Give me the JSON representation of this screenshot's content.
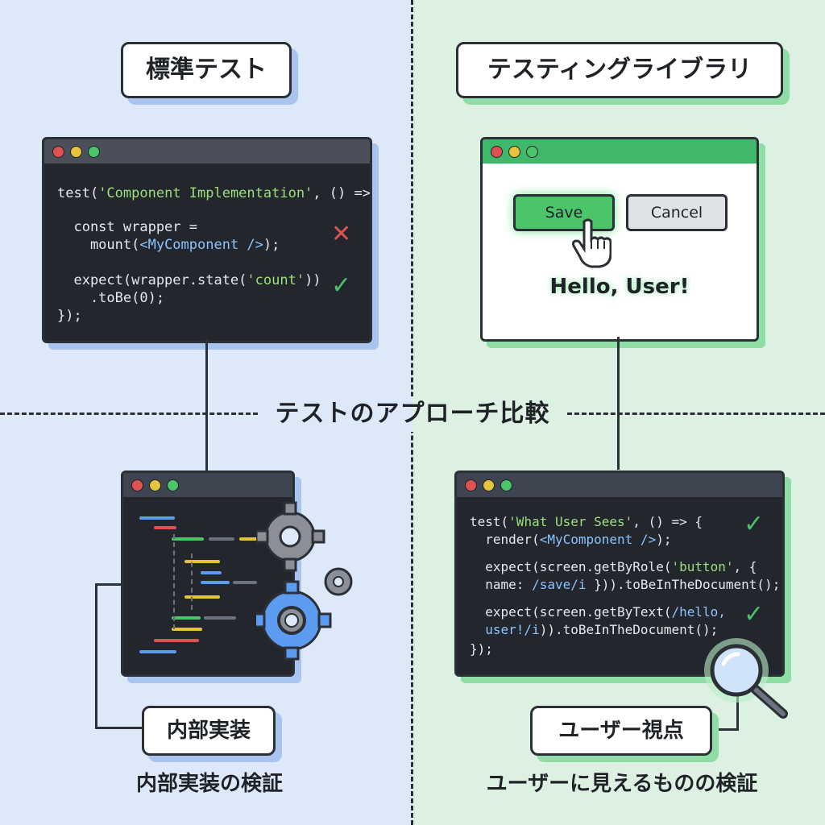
{
  "center_title": "テストのアプローチ比較",
  "left": {
    "heading": "標準テスト",
    "code_lines": [
      {
        "pre": "test(",
        "str": "'Component Implementation'",
        "post": ", () => {"
      },
      {
        "pre": "  const wrapper ="
      },
      {
        "pre": "    mount(",
        "tag": "<MyComponent />",
        "post": ");"
      },
      {
        "pre": "  expect(wrapper.state(",
        "str": "'count'",
        "post": "))"
      },
      {
        "pre": "    .toBe(0);"
      },
      {
        "pre": "});"
      }
    ],
    "cross_mark": "✕",
    "check_mark": "✓",
    "box_label": "内部実装",
    "caption": "内部実装の検証"
  },
  "right": {
    "heading": "テスティングライブラリ",
    "save_label": "Save",
    "cancel_label": "Cancel",
    "greeting": "Hello, User!",
    "code_lines": [
      {
        "pre": "test(",
        "str": "'What User Sees'",
        "post": ", () => {"
      },
      {
        "pre": "  render(",
        "tag": "<MyComponent />",
        "post": ");"
      },
      {
        "pre": "  expect(screen.getByRole(",
        "str": "'button'",
        "post": ", {"
      },
      {
        "pre": "  name: ",
        "tag": "/save/i",
        "post": " })).toBeInTheDocument();"
      },
      {
        "pre": "  expect(screen.getByText(",
        "tag": "/hello,",
        "post": ""
      },
      {
        "pre": "  ",
        "tag": "user!/i",
        "post": ")).toBeInTheDocument();"
      },
      {
        "pre": "});"
      }
    ],
    "check_mark": "✓",
    "box_label": "ユーザー視点",
    "caption": "ユーザーに見えるものの検証"
  },
  "colors": {
    "left_bg": "#dde8f8",
    "right_bg": "#dcf1e2",
    "check": "#49c26a",
    "cross": "#e05252",
    "save": "#4cc46a"
  }
}
